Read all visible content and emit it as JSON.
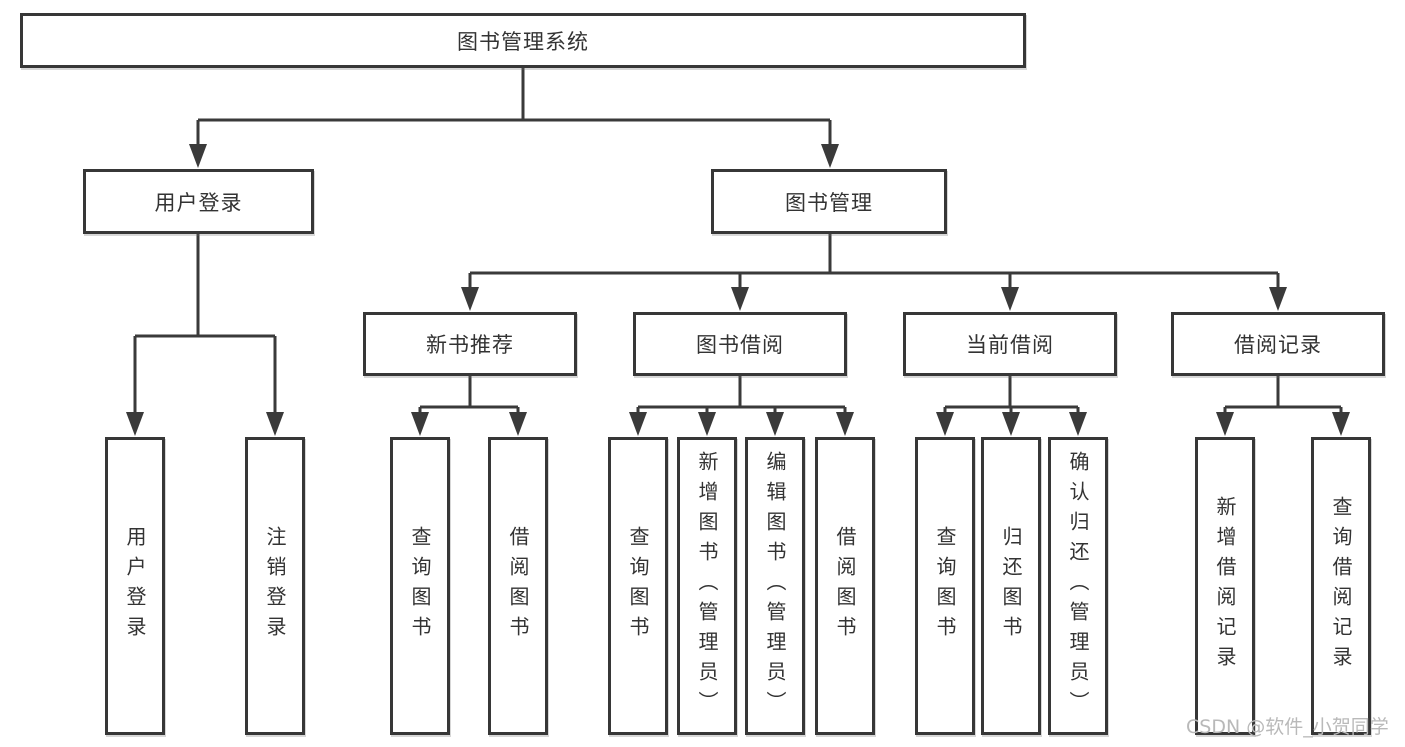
{
  "diagram": {
    "root": {
      "label": "图书管理系统"
    },
    "level2": [
      {
        "label": "用户登录"
      },
      {
        "label": "图书管理"
      }
    ],
    "level3": [
      {
        "label": "新书推荐"
      },
      {
        "label": "图书借阅"
      },
      {
        "label": "当前借阅"
      },
      {
        "label": "借阅记录"
      }
    ],
    "leaves": {
      "user_login": [
        "用户登录",
        "注销登录"
      ],
      "new_book": [
        "查询图书",
        "借阅图书"
      ],
      "borrow": [
        "查询图书",
        "新增图书（管理员）",
        "编辑图书（管理员）",
        "借阅图书"
      ],
      "current": [
        "查询图书",
        "归还图书",
        "确认归还（管理员）"
      ],
      "records": [
        "新增借阅记录",
        "查询借阅记录"
      ]
    },
    "colors": {
      "line": "#3a3a3a",
      "text": "#333333",
      "background": "#ffffff",
      "watermark": "#b9b9b9"
    }
  },
  "watermark": "CSDN @软件_小贺同学"
}
